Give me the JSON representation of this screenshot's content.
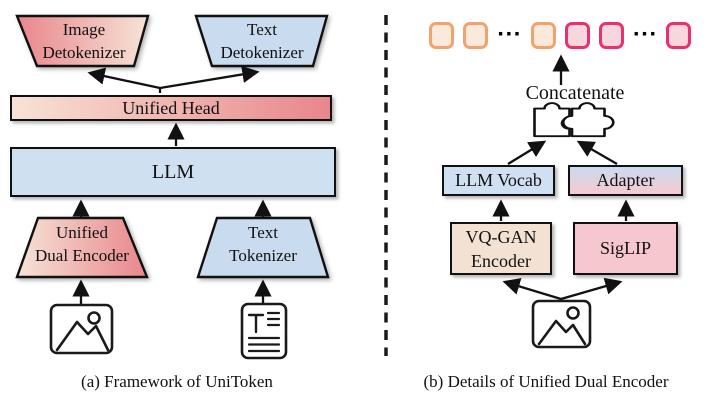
{
  "panel_a": {
    "caption": "(a) Framework of UniToken",
    "blocks": {
      "image_detokenizer": {
        "line1": "Image",
        "line2": "Detokenizer"
      },
      "text_detokenizer": {
        "line1": "Text",
        "line2": "Detokenizer"
      },
      "unified_head": "Unified Head",
      "llm": "LLM",
      "unified_dual_encoder": {
        "line1": "Unified",
        "line2": "Dual Encoder"
      },
      "text_tokenizer": {
        "line1": "Text",
        "line2": "Tokenizer"
      }
    },
    "icons": {
      "image_input": "image-icon",
      "text_input": "text-document-icon"
    }
  },
  "panel_b": {
    "caption": "(b) Details of Unified Dual Encoder",
    "concatenate_label": "Concatenate",
    "ellipsis": "···",
    "blocks": {
      "llm_vocab": "LLM Vocab",
      "adapter": "Adapter",
      "vqgan_encoder": {
        "line1": "VQ-GAN",
        "line2": "Encoder"
      },
      "siglip": "SigLIP"
    },
    "tokens": {
      "image_tokens_count": 3,
      "text_tokens_count": 3,
      "image_token_border": "#F2A26C",
      "image_token_fill": "#FBE9DB",
      "text_token_border": "#E8316E",
      "text_token_fill": "#F8D6DE"
    },
    "icons": {
      "concatenate": "puzzle-pieces-icon",
      "image_input": "image-icon"
    }
  },
  "colors": {
    "red_strong": "#E9868C",
    "peach_light": "#F7E3D6",
    "blue_light": "#CDDFF1",
    "beige": "#F3E2D2",
    "pink": "#F6C7CE",
    "outline": "#111111"
  }
}
